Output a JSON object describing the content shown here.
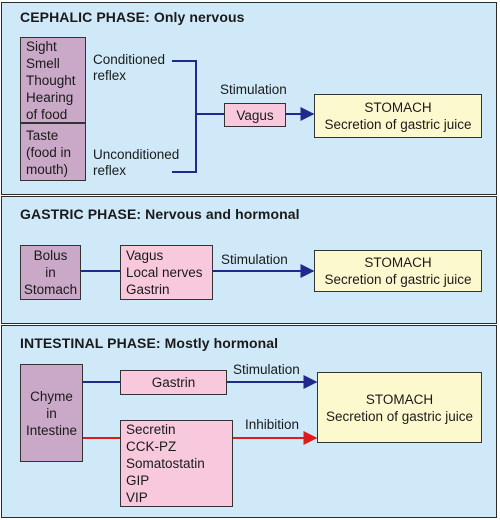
{
  "colors": {
    "panel_bg": "#cfe9f8",
    "source_box": "#c9a9c7",
    "mediator_box": "#f8c9dc",
    "target_box": "#fdf9cf",
    "stimulation_arrow": "#1f2a8c",
    "inhibition_arrow": "#e01b1b"
  },
  "cephalic": {
    "title": "CEPHALIC PHASE: Only nervous",
    "stimuli_top": [
      "Sight",
      "Smell",
      "Thought",
      "Hearing",
      "of food"
    ],
    "stimuli_bottom": [
      "Taste",
      "(food in",
      "mouth)"
    ],
    "conditioned": [
      "Conditioned",
      "reflex"
    ],
    "unconditioned": [
      "Unconditioned",
      "reflex"
    ],
    "stimulation": "Stimulation",
    "vagus": "Vagus",
    "stomach": [
      "STOMACH",
      "Secretion of gastric juice"
    ]
  },
  "gastric": {
    "title": "GASTRIC PHASE: Nervous and hormonal",
    "bolus": [
      "Bolus",
      "in",
      "Stomach"
    ],
    "mediators": [
      "Vagus",
      "Local nerves",
      "Gastrin"
    ],
    "stimulation": "Stimulation",
    "stomach": [
      "STOMACH",
      "Secretion of gastric juice"
    ]
  },
  "intestinal": {
    "title": "INTESTINAL PHASE: Mostly hormonal",
    "chyme": [
      "Chyme",
      "in",
      "Intestine"
    ],
    "gastrin": "Gastrin",
    "stimulation": "Stimulation",
    "inhibitors": [
      "Secretin",
      "CCK-PZ",
      "Somatostatin",
      "GIP",
      "VIP"
    ],
    "inhibition": "Inhibition",
    "stomach": [
      "STOMACH",
      "Secretion of gastric juice"
    ]
  }
}
